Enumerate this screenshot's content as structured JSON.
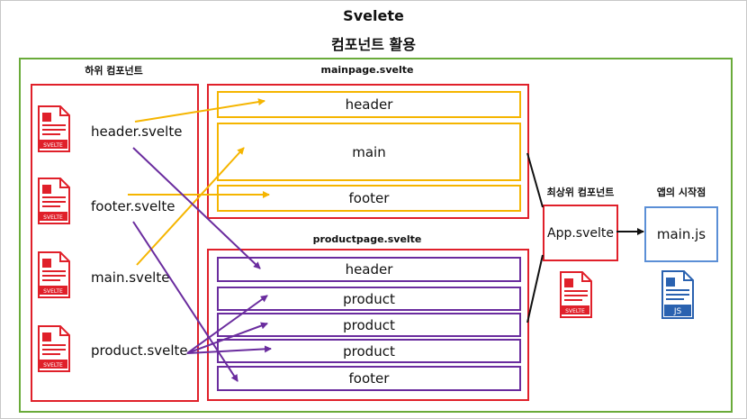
{
  "title": "Svelete",
  "subtitle": "컴포넌트 활용",
  "child_components": {
    "label": "하위 컴포넌트",
    "files": [
      {
        "name": "header.svelte",
        "icon_tag": "SVELTE"
      },
      {
        "name": "footer.svelte",
        "icon_tag": "SVELTE"
      },
      {
        "name": "main.svelte",
        "icon_tag": "SVELTE"
      },
      {
        "name": "product.svelte",
        "icon_tag": "SVELTE"
      }
    ]
  },
  "mainpage": {
    "label": "mainpage.svelte",
    "rows": [
      "header",
      "main",
      "footer"
    ]
  },
  "productpage": {
    "label": "productpage.svelte",
    "rows": [
      "header",
      "product",
      "product",
      "product",
      "footer"
    ]
  },
  "top_component": {
    "label": "최상위 컴포넌트",
    "name": "App.svelte",
    "icon_tag": "SVELTE"
  },
  "entry_point": {
    "label": "앱의 시작점",
    "name": "main.js",
    "icon_tag": "JS"
  },
  "colors": {
    "green": "#6aab3a",
    "red": "#e0202a",
    "yellow": "#f5b500",
    "purple": "#6a2c9e",
    "blue": "#5b8fd6"
  }
}
